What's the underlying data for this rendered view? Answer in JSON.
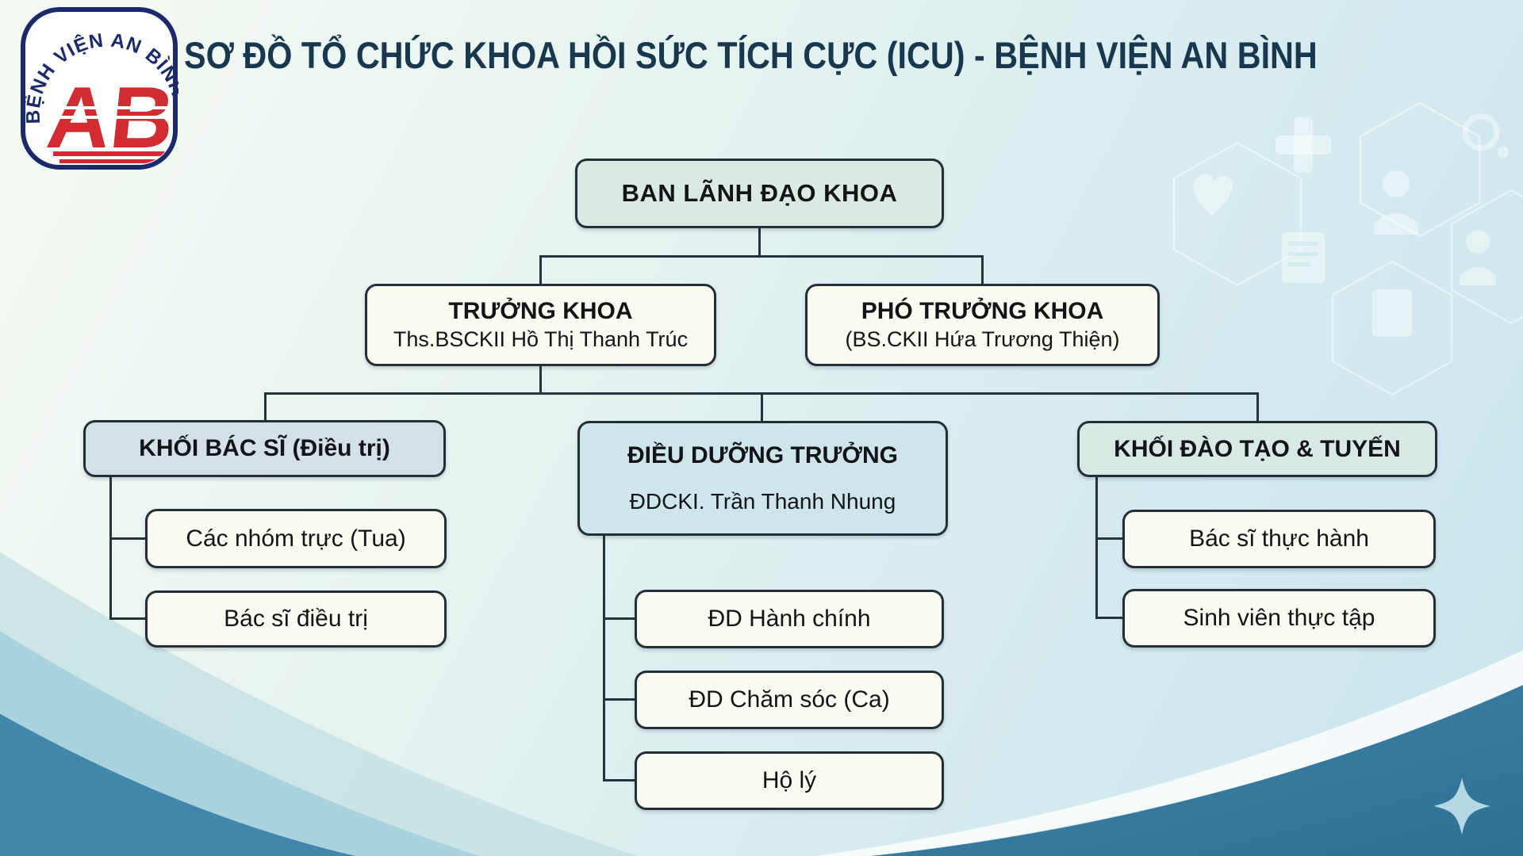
{
  "header": {
    "title": "SƠ ĐỒ TỔ CHỨC KHOA HỒI SỨC TÍCH CỰC (ICU) - BỆNH VIỆN AN BÌNH"
  },
  "logo": {
    "arc_text": "BỆNH VIỆN AN BÌNH",
    "monogram": "AB"
  },
  "org": {
    "root": {
      "title": "BAN LÃNH ĐẠO KHOA"
    },
    "level2": [
      {
        "title": "TRƯỞNG KHOA",
        "subtitle": "Ths.BSCKII Hồ Thị Thanh Trúc"
      },
      {
        "title": "PHÓ TRƯỞNG KHOA",
        "subtitle": "(BS.CKII Hứa Trương Thiện)"
      }
    ],
    "groups": [
      {
        "title": "KHỐI BÁC SĨ (Điều trị)",
        "children": [
          "Các nhóm trực (Tua)",
          "Bác sĩ điều trị"
        ]
      },
      {
        "title": "ĐIỀU DƯỠNG TRƯỞNG",
        "subtitle": "ĐDCKI. Trần Thanh Nhung",
        "children": [
          "ĐD Hành chính",
          "ĐD Chăm sóc (Ca)",
          "Hộ lý"
        ]
      },
      {
        "title": "KHỐI ĐÀO TẠO & TUYẾN",
        "children": [
          "Bác sĩ thực hành",
          "Sinh viên thực tập"
        ]
      }
    ]
  },
  "colors": {
    "title_text": "#17384e",
    "box_border": "#232f36",
    "fill_root": "#dbe9e4",
    "fill_cream": "#fcfbf1",
    "fill_gray_blue": "#d3e1e6",
    "fill_light_blue": "#cfe5ec",
    "fill_teal": "#d8e8e5",
    "wave_light": "#a5d1dc",
    "wave_dark": "#3f85a9",
    "logo_navy": "#1a2a6b",
    "logo_red": "#d42a31",
    "sparkle": "#b5d7e4"
  }
}
